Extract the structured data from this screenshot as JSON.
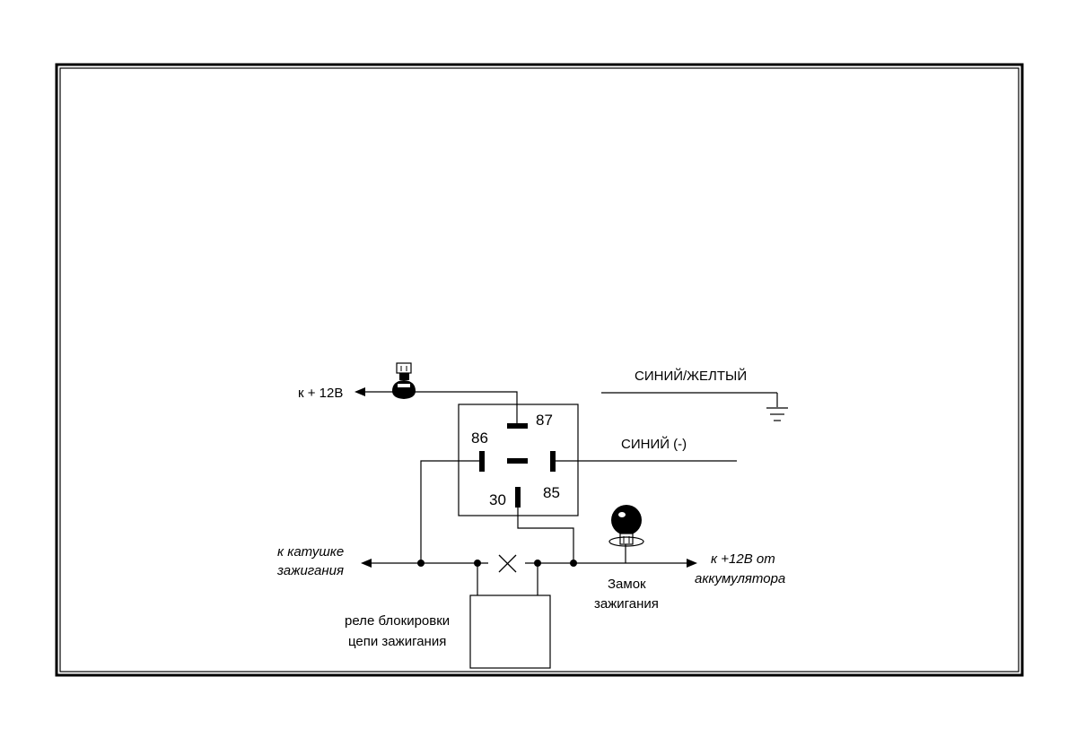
{
  "labels": {
    "plus12v_left": "к + 12В",
    "pin86": "86",
    "pin87": "87",
    "pin30": "30",
    "pin85": "85",
    "wire_blue_yellow": "СИНИЙ/ЖЕЛТЫЙ",
    "wire_blue": "СИНИЙ (-)",
    "coil_line1": "к  катушке",
    "coil_line2": "зажигания",
    "lock_line1": "Замок",
    "lock_line2": "зажигания",
    "battery_line1": "к  +12В от",
    "battery_line2": "аккумулятора",
    "relay_line1": "реле блокировки",
    "relay_line2": "цепи зажигания"
  },
  "colors": {
    "ink": "#000000",
    "paper": "#ffffff"
  },
  "icons": [
    "fuse-icon",
    "ground-icon",
    "ignition-key-icon",
    "cut-mark-icon"
  ]
}
